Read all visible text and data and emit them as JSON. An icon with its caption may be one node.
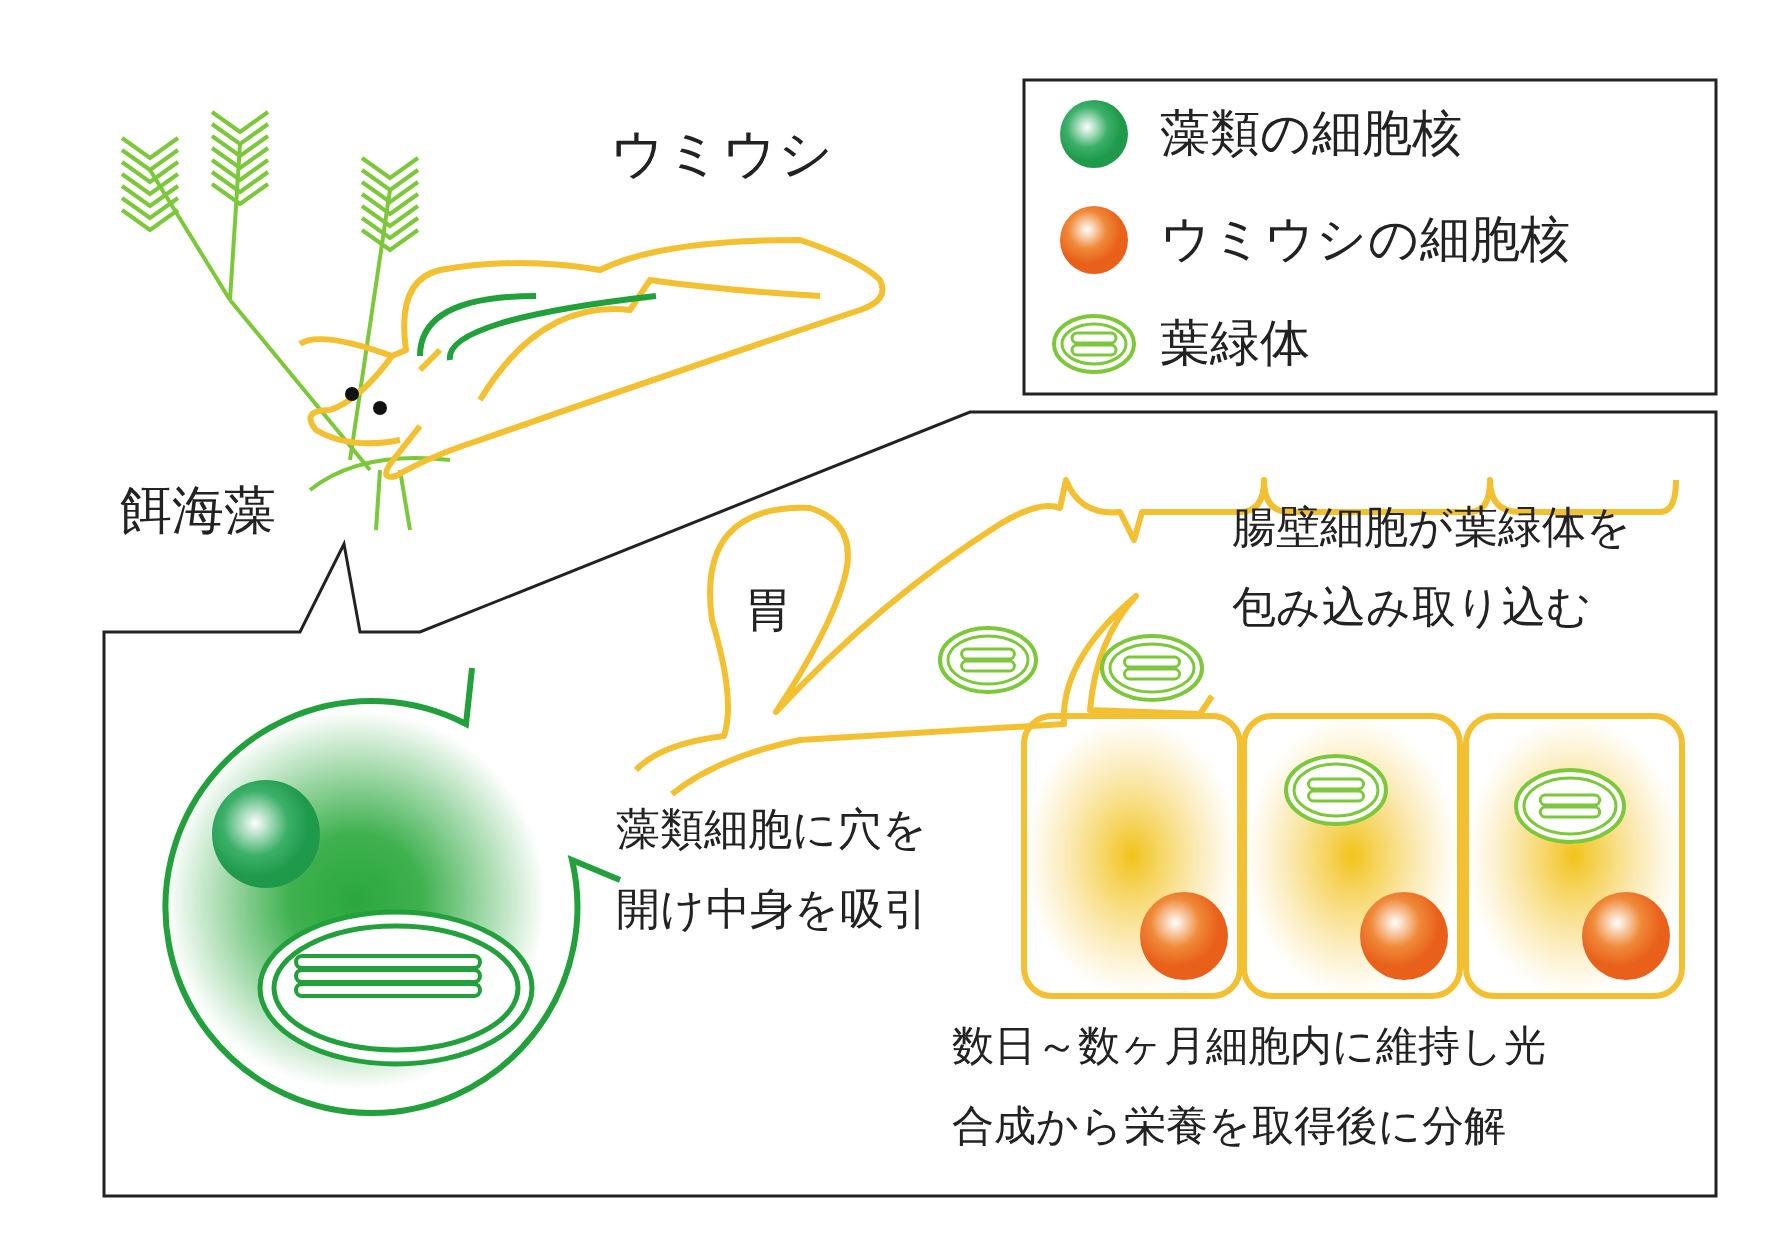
{
  "diagram": {
    "labels": [
      "ウミウシ",
      "餌海藻",
      "胃",
      "腸壁細胞が葉緑体を包み込み取り込む",
      "藻類細胞に穴を開け中身を吸引",
      "数日～数ヶ月細胞内に維持し光合成から栄養を取得後に分解"
    ],
    "legend": [
      {
        "text": "藻類の細胞核"
      },
      {
        "text": "ウミウシの細胞核"
      },
      {
        "text": "葉緑体"
      }
    ]
  }
}
